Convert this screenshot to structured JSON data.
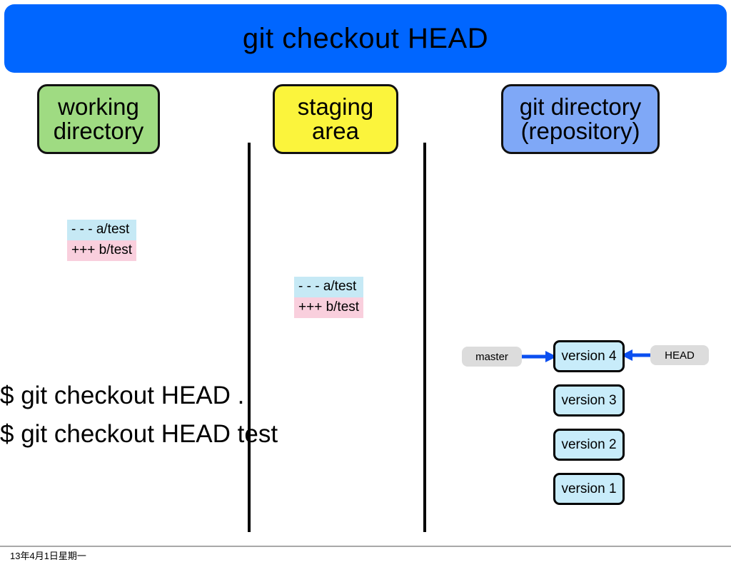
{
  "title": {
    "text": "git checkout HEAD"
  },
  "columns": [
    {
      "id": "working",
      "line1": "working",
      "line2": "directory",
      "color": "#9fdb82"
    },
    {
      "id": "staging",
      "line1": "staging",
      "line2": "area",
      "color": "#fbf43c"
    },
    {
      "id": "git",
      "line1": "git directory",
      "line2": "(repository)",
      "color": "#7fa8f7"
    }
  ],
  "diffs": {
    "working": {
      "minus": "- - - a/test",
      "plus": "+++ b/test"
    },
    "staging": {
      "minus": "- - - a/test",
      "plus": "+++ b/test"
    }
  },
  "commands": [
    "$ git checkout HEAD .",
    "$ git checkout HEAD test"
  ],
  "repository": {
    "versions": [
      {
        "label": "version 4"
      },
      {
        "label": "version 3"
      },
      {
        "label": "version 2"
      },
      {
        "label": "version 1"
      }
    ],
    "refs": {
      "branch": "master",
      "head": "HEAD"
    },
    "arrow_color": "#0b4ff0",
    "version_box_color": "#c8ecfa",
    "ref_pill_color": "#dcdcdc"
  },
  "footer": {
    "date": "13年4月1日星期一"
  },
  "colors": {
    "banner": "#0066ff",
    "diff_minus_bg": "#c6e9f5",
    "diff_plus_bg": "#f9cfdd"
  }
}
